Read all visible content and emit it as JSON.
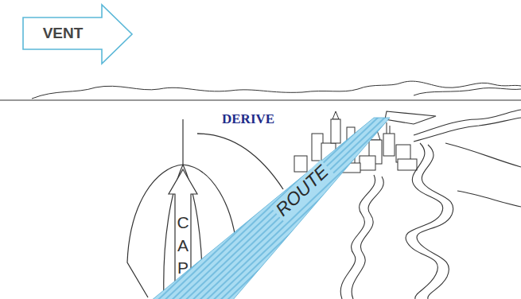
{
  "diagram": {
    "nodes": [
      {
        "text": [
          "VENT"
        ]
      },
      {
        "text": [
          "CAP"
        ]
      },
      {
        "text": [
          "ROUTE"
        ]
      }
    ],
    "labels": [
      "DERIVE"
    ]
  }
}
